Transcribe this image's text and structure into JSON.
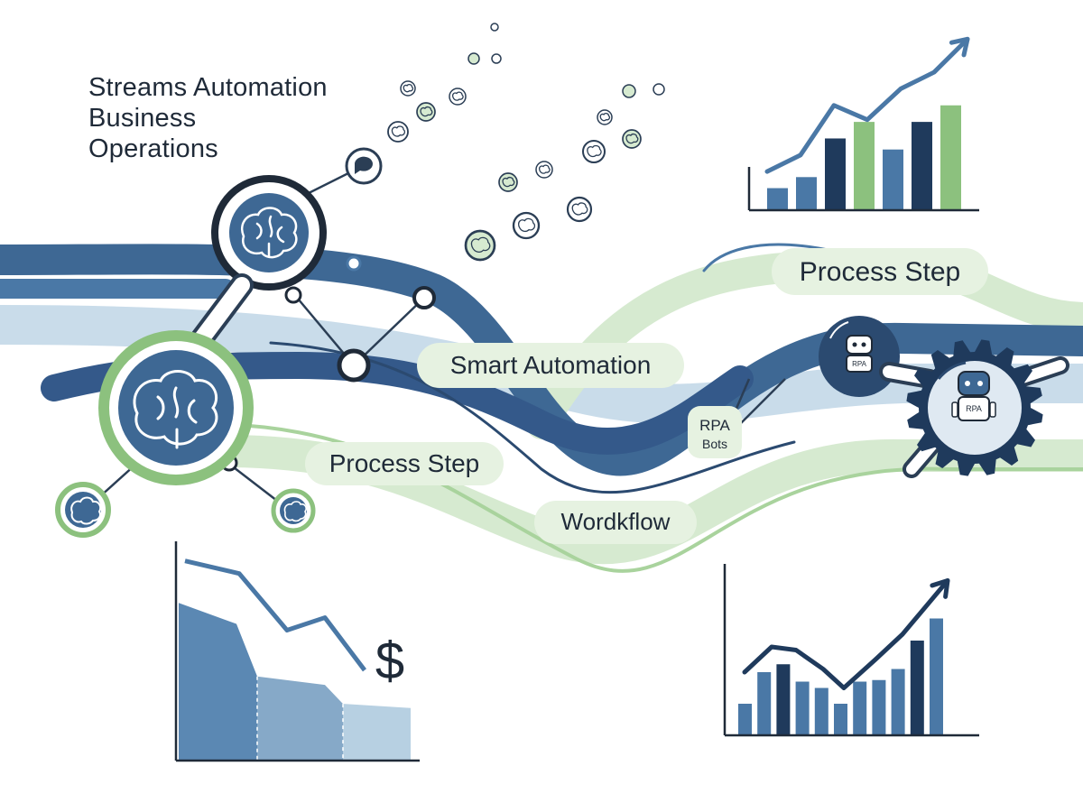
{
  "title": {
    "lines": [
      "Streams Automation",
      "Business",
      "Operations"
    ]
  },
  "labels": {
    "process_step_top": "Process Step",
    "smart_automation": "Smart Automation",
    "process_step_mid": "Process Step",
    "workflow": "Wordkflow",
    "rpa_bots_line1": "RPA",
    "rpa_bots_line2": "Bots",
    "robot_badge_small": "RPA",
    "robot_badge_gear": "RPA",
    "currency_symbol": "$"
  },
  "colors": {
    "navy": "#1f3a5c",
    "blue": "#4a78a6",
    "light_blue": "#c9dcea",
    "green": "#8cc17e",
    "light_green": "#d6ead0"
  },
  "icons": [
    "brain-icon",
    "robot-icon",
    "gear-icon",
    "chat-bubble-icon",
    "dollar-icon",
    "trend-arrow-icon"
  ],
  "chart_data": [
    {
      "type": "bar",
      "title": "",
      "series": [
        {
          "values": [
            2,
            3,
            6.5,
            8,
            5.5,
            8,
            9.5
          ]
        }
      ],
      "trend_line": [
        3.5,
        5,
        9.5,
        8.2,
        11,
        12.5,
        15.5
      ],
      "ylim": [
        0,
        17
      ]
    },
    {
      "type": "area",
      "title": "",
      "values": [
        7.5,
        6.5,
        4.0,
        3.6,
        2.7,
        2.5
      ],
      "trend_line": [
        9.5,
        8.9,
        6.2,
        6.8,
        4.3
      ],
      "ylim": [
        0,
        10
      ]
    },
    {
      "type": "bar",
      "title": "",
      "series": [
        {
          "values": [
            2,
            4,
            4.5,
            3.4,
            3,
            2,
            3.4,
            3.5,
            4.2,
            6,
            7.4
          ]
        }
      ],
      "trend_line": [
        4,
        5.6,
        5.4,
        4.2,
        3,
        4.8,
        6.4,
        9.8
      ],
      "ylim": [
        0,
        10
      ]
    }
  ]
}
